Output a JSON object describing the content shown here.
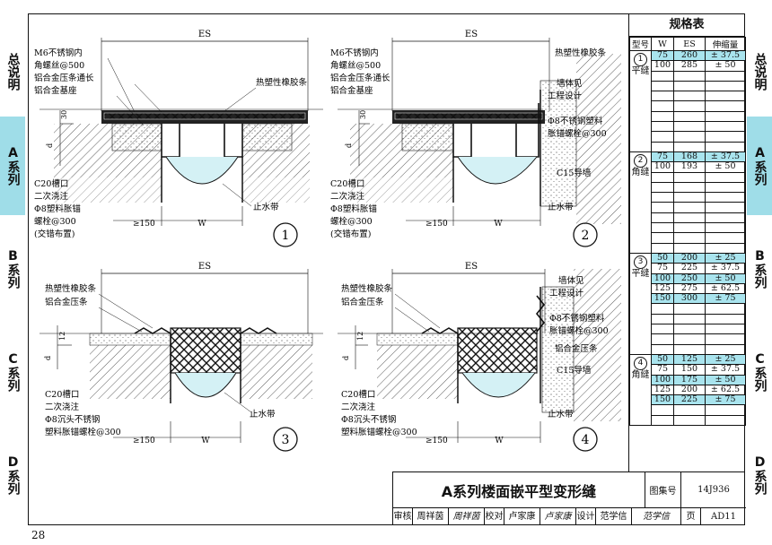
{
  "side_tabs_left": [
    {
      "label": "总说明",
      "active": false
    },
    {
      "label": "A系列",
      "active": true
    },
    {
      "label": "B系列",
      "active": false
    },
    {
      "label": "C系列",
      "active": false
    },
    {
      "label": "D系列",
      "active": false
    }
  ],
  "side_tabs_right": [
    {
      "label": "总说明",
      "active": false
    },
    {
      "label": "A系列",
      "active": true
    },
    {
      "label": "B系列",
      "active": false
    },
    {
      "label": "C系列",
      "active": false
    },
    {
      "label": "D系列",
      "active": false
    }
  ],
  "spec_table": {
    "title": "规格表",
    "headers": [
      "型号",
      "W",
      "ES",
      "伸缩量"
    ],
    "groups": [
      {
        "num": "1",
        "type": "平缝",
        "rows": [
          [
            "75",
            "260",
            "± 37.5",
            true
          ],
          [
            "100",
            "285",
            "± 50",
            false
          ]
        ],
        "blank_rows": 8
      },
      {
        "num": "2",
        "type": "角缝",
        "rows": [
          [
            "75",
            "168",
            "± 37.5",
            true
          ],
          [
            "100",
            "193",
            "± 50",
            false
          ]
        ],
        "blank_rows": 8
      },
      {
        "num": "3",
        "type": "平缝",
        "rows": [
          [
            "50",
            "200",
            "± 25",
            true
          ],
          [
            "75",
            "225",
            "± 37.5",
            false
          ],
          [
            "100",
            "250",
            "± 50",
            true
          ],
          [
            "125",
            "275",
            "± 62.5",
            false
          ],
          [
            "150",
            "300",
            "± 75",
            true
          ]
        ],
        "blank_rows": 5
      },
      {
        "num": "4",
        "type": "角缝",
        "rows": [
          [
            "50",
            "125",
            "± 25",
            true
          ],
          [
            "75",
            "150",
            "± 37.5",
            false
          ],
          [
            "100",
            "175",
            "± 50",
            true
          ],
          [
            "125",
            "200",
            "± 62.5",
            false
          ],
          [
            "150",
            "225",
            "± 75",
            true
          ]
        ],
        "blank_rows": 2
      }
    ]
  },
  "title_block": {
    "title": "A系列楼面嵌平型变形缝",
    "atlas_label": "图集号",
    "atlas_no": "14J936",
    "review_label": "审核",
    "reviewer": "周祥茵",
    "reviewer_sig": "周祥茵",
    "check_label": "校对",
    "checker": "卢家康",
    "checker_sig": "卢家康",
    "design_label": "设计",
    "designer": "范学信",
    "designer_sig": "范学信",
    "page_label": "页",
    "page_no": "AD11"
  },
  "page_number": "28",
  "details": [
    {
      "num": "1",
      "es": "ES",
      "w": "W",
      "min_dim": "≥150",
      "dim_30": "30",
      "dim_d": "d",
      "labels_left": [
        "M6不锈钢内",
        "角螺丝@500",
        "铝合金压条通长",
        "铝合金基座"
      ],
      "label_right": "热塑性橡胶条",
      "labels_bottom": [
        "C20槽口",
        "二次浇注",
        "Φ8塑料胀锚",
        "螺栓@300",
        "(交错布置)"
      ],
      "label_waterstop": "止水带"
    },
    {
      "num": "2",
      "es": "ES",
      "w": "W",
      "min_dim": "≥150",
      "dim_30": "30",
      "dim_d": "d",
      "labels_left": [
        "M6不锈钢内",
        "角螺丝@500",
        "铝合金压条通长",
        "铝合金基座"
      ],
      "label_right_top": "热塑性橡胶条",
      "labels_right": [
        "墙体见",
        "工程设计",
        "Φ8不锈钢塑料",
        "胀锚螺栓@300"
      ],
      "label_c15": "C15导墙",
      "labels_bottom": [
        "C20槽口",
        "二次浇注",
        "Φ8塑料胀锚",
        "螺栓@300",
        "(交错布置)"
      ],
      "label_waterstop": "止水带"
    },
    {
      "num": "3",
      "es": "ES",
      "w": "W",
      "min_dim": "≥150",
      "dim_12": "12",
      "dim_d": "d",
      "labels_left": [
        "热塑性橡胶条",
        "铝合金压条"
      ],
      "labels_bottom": [
        "C20槽口",
        "二次浇注",
        "Φ8沉头不锈钢",
        "塑料胀锚螺栓@300"
      ],
      "label_waterstop": "止水带"
    },
    {
      "num": "4",
      "es": "ES",
      "w": "W",
      "min_dim": "≥150",
      "dim_12": "12",
      "dim_d": "d",
      "labels_left": [
        "热塑性橡胶条",
        "铝合金压条"
      ],
      "labels_right": [
        "墙体见",
        "工程设计",
        "Φ8不锈钢塑料",
        "胀锚螺栓@300",
        "铝合金压条"
      ],
      "label_c15": "C15导墙",
      "labels_bottom": [
        "C20槽口",
        "二次浇注",
        "Φ8沉头不锈钢",
        "塑料胀锚螺栓@300"
      ],
      "label_waterstop": "止水带"
    }
  ]
}
